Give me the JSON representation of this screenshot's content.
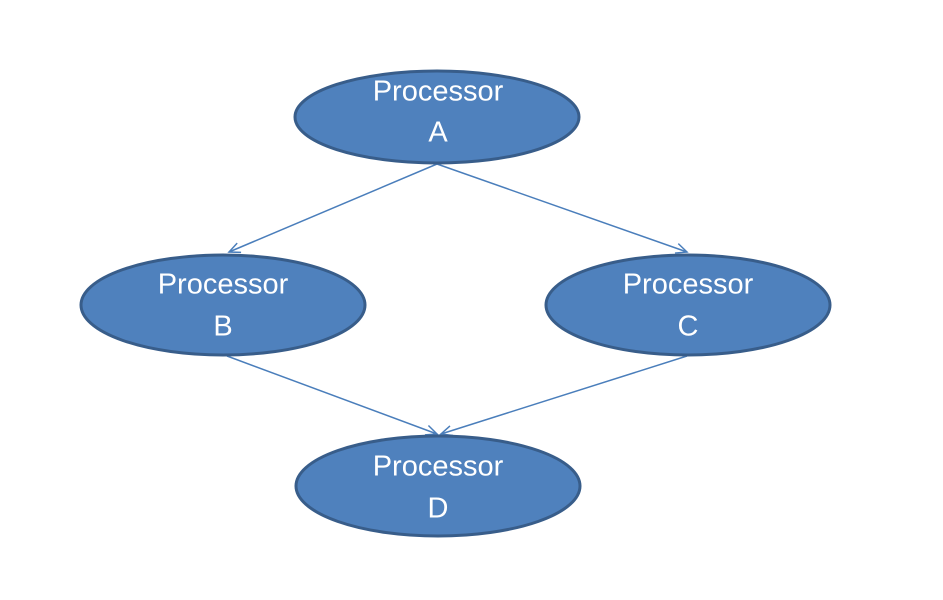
{
  "colors": {
    "node_fill": "#4f81bd",
    "node_stroke": "#385d8a",
    "edge_stroke": "#4a7ebb",
    "text": "#ffffff"
  },
  "nodes": {
    "a": {
      "line1": "Processor",
      "line2": "A"
    },
    "b": {
      "line1": "Processor",
      "line2": "B"
    },
    "c": {
      "line1": "Processor",
      "line2": "C"
    },
    "d": {
      "line1": "Processor",
      "line2": "D"
    }
  },
  "edges": [
    {
      "from": "a",
      "to": "b"
    },
    {
      "from": "a",
      "to": "c"
    },
    {
      "from": "b",
      "to": "d"
    },
    {
      "from": "c",
      "to": "d"
    }
  ]
}
